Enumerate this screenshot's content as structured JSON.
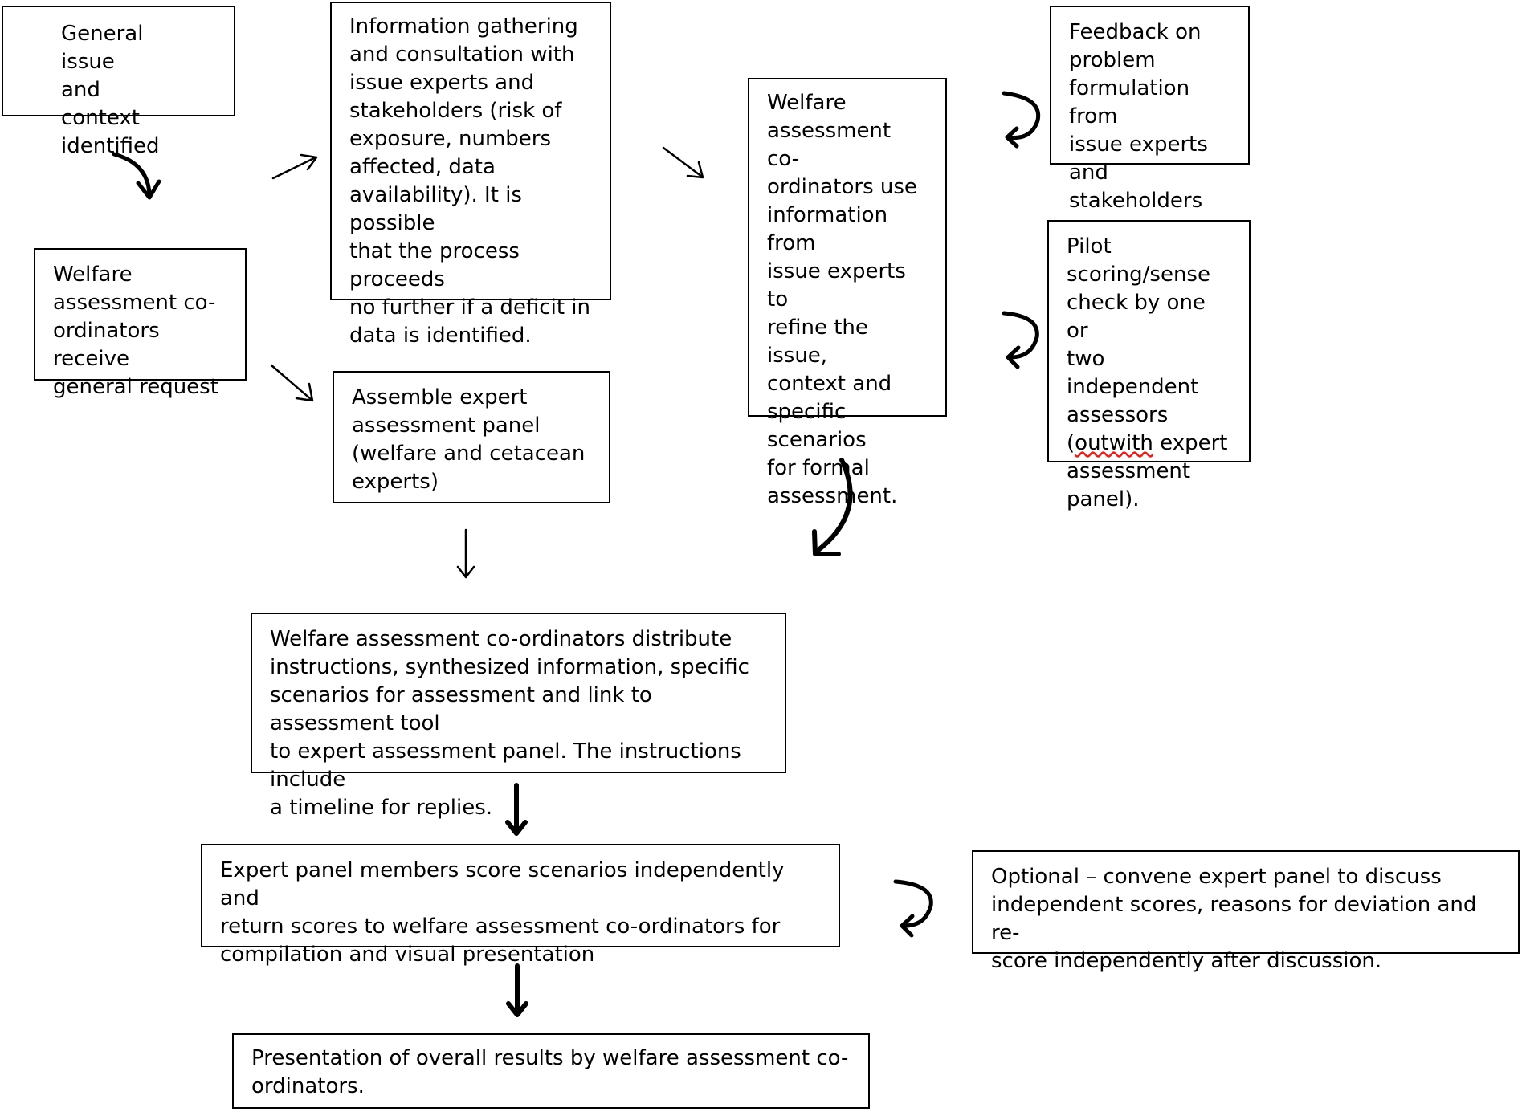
{
  "boxes": {
    "general_issue": "General issue\nand context\nidentified",
    "receive_request": "Welfare\nassessment co-\nordinators receive\ngeneral request",
    "info_gathering": "Information gathering\nand consultation with\nissue experts and\nstakeholders (risk of\nexposure, numbers\naffected, data\navailability). It is possible\nthat the process proceeds\nno further if a deficit in\ndata is identified.",
    "assemble_panel": "Assemble expert\nassessment panel\n(welfare and cetacean\nexperts)",
    "refine_issue": "Welfare\nassessment co-\nordinators use\ninformation from\nissue experts to\nrefine the issue,\ncontext and\nspecific scenarios\nfor formal\nassessment.",
    "feedback": "Feedback on\nproblem\nformulation from\nissue experts and\nstakeholders",
    "pilot_pre": "Pilot\nscoring/sense\ncheck by one or\ntwo independent\nassessors\n(",
    "pilot_squiggle": "outwith",
    "pilot_post": " expert\nassessment\npanel).",
    "distribute": "Welfare assessment co-ordinators distribute\ninstructions, synthesized information, specific\nscenarios for assessment and link to assessment tool\nto expert assessment panel. The instructions include\na timeline for replies.",
    "score": "Expert panel members score scenarios independently and\nreturn scores to welfare assessment co-ordinators for\ncompilation and visual presentation",
    "optional": "Optional – convene expert panel to discuss\nindependent scores, reasons for deviation and re-\nscore  independently after discussion.",
    "presentation": "Presentation of overall results by welfare assessment co-\nordinators."
  }
}
